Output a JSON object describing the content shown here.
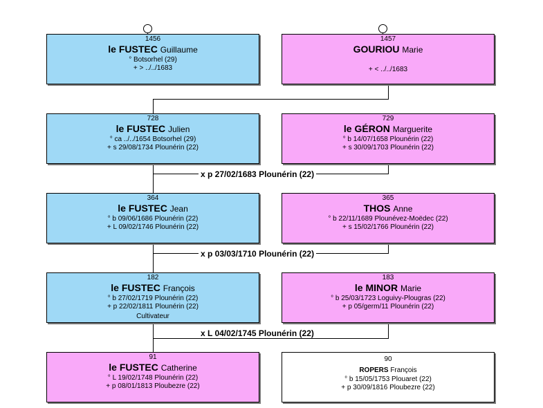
{
  "persons": {
    "p1456": {
      "num": "1456",
      "surname": "le FUSTEC",
      "given": "Guillaume",
      "line1": "° Botsorhel (29)",
      "line2": "+ > ../../1683"
    },
    "p1457": {
      "num": "1457",
      "surname": "GOURIOU",
      "given": "Marie",
      "line1": "",
      "line2": "+ < ../../1683"
    },
    "p728": {
      "num": "728",
      "surname": "le FUSTEC",
      "given": "Julien",
      "line1": "° ca ../../1654 Botsorhel (29)",
      "line2": "+ s 29/08/1734 Plounérin (22)"
    },
    "p729": {
      "num": "729",
      "surname": "le GÉRON",
      "given": "Marguerite",
      "line1": "° b 14/07/1658 Plounérin (22)",
      "line2": "+ s 30/09/1703 Plounérin (22)"
    },
    "p364": {
      "num": "364",
      "surname": "le FUSTEC",
      "given": "Jean",
      "line1": "° b 09/06/1686 Plounérin (22)",
      "line2": "+ L 09/02/1746 Plounérin (22)"
    },
    "p365": {
      "num": "365",
      "surname": "THOS",
      "given": "Anne",
      "line1": "° b 22/11/1689 Plounévez-Moëdec (22)",
      "line2": "+ s 15/02/1766 Plounérin (22)"
    },
    "p182": {
      "num": "182",
      "surname": "le FUSTEC",
      "given": "François",
      "line1": "° b 27/02/1719 Plounérin (22)",
      "line2": "+ p 22/02/1811 Plounérin (22)",
      "line3": "Cultivateur"
    },
    "p183": {
      "num": "183",
      "surname": "le MINOR",
      "given": "Marie",
      "line1": "° b 25/03/1723 Loguivy-Plougras (22)",
      "line2": "+ p 05/germ/11 Plounérin (22)"
    },
    "p91": {
      "num": "91",
      "surname": "le FUSTEC",
      "given": "Catherine",
      "line1": "° L 19/02/1748 Plounérin (22)",
      "line2": "+ p 08/01/1813 Ploubezre (22)"
    },
    "p90": {
      "num": "90",
      "surname": "ROPERS",
      "given": "François",
      "line1": "° b 15/05/1753 Plouaret (22)",
      "line2": "+ p 30/09/1816 Ploubezre (22)"
    }
  },
  "marriages": {
    "m1": "x p 27/02/1683 Plounérin (22)",
    "m2": "x p 03/03/1710 Plounérin (22)",
    "m3": "x L 04/02/1745 Plounérin (22)"
  },
  "colors": {
    "male": "#9fd9f6",
    "female": "#f9a9f9",
    "other": "#ffffff"
  }
}
